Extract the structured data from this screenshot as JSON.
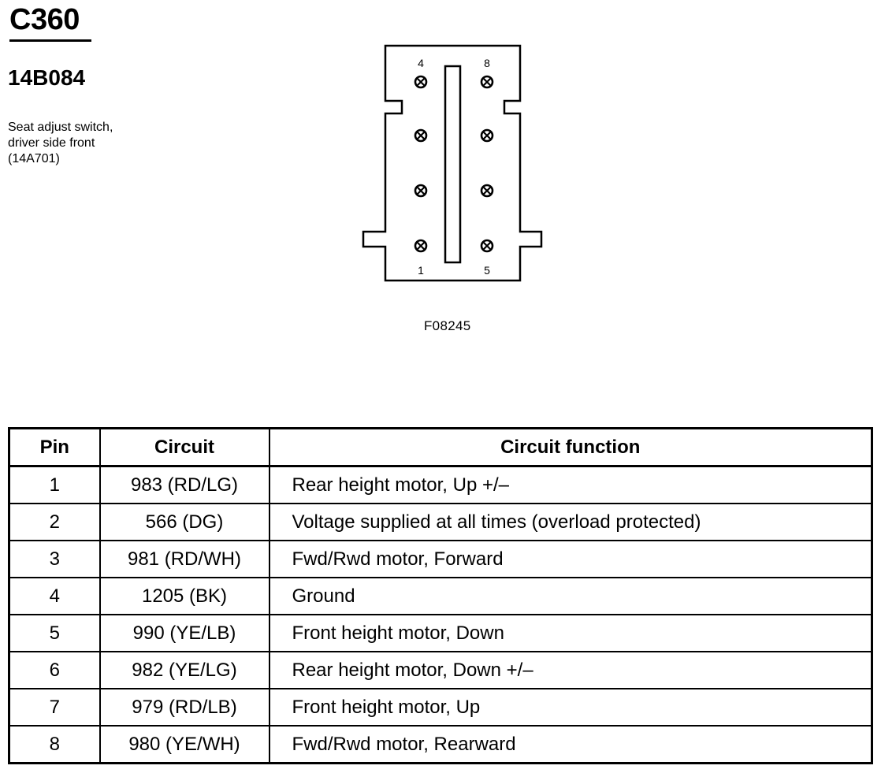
{
  "connector": {
    "id": "C360",
    "part_number": "14B084",
    "description_lines": [
      "Seat adjust switch,",
      "driver side front",
      "(14A701)"
    ],
    "figure_id": "F08245",
    "pin_labels": {
      "top_left": "4",
      "top_right": "8",
      "bottom_left": "1",
      "bottom_right": "5"
    }
  },
  "table": {
    "headers": [
      "Pin",
      "Circuit",
      "Circuit function"
    ],
    "rows": [
      {
        "pin": "1",
        "circuit": "983 (RD/LG)",
        "function": "Rear height motor, Up +/–"
      },
      {
        "pin": "2",
        "circuit": "566 (DG)",
        "function": "Voltage supplied at all times (overload protected)"
      },
      {
        "pin": "3",
        "circuit": "981 (RD/WH)",
        "function": "Fwd/Rwd motor, Forward"
      },
      {
        "pin": "4",
        "circuit": "1205 (BK)",
        "function": "Ground"
      },
      {
        "pin": "5",
        "circuit": "990 (YE/LB)",
        "function": "Front height motor, Down"
      },
      {
        "pin": "6",
        "circuit": "982 (YE/LG)",
        "function": "Rear height motor, Down +/–"
      },
      {
        "pin": "7",
        "circuit": "979 (RD/LB)",
        "function": "Front height motor, Up"
      },
      {
        "pin": "8",
        "circuit": "980 (YE/WH)",
        "function": "Fwd/Rwd motor, Rearward"
      }
    ]
  }
}
